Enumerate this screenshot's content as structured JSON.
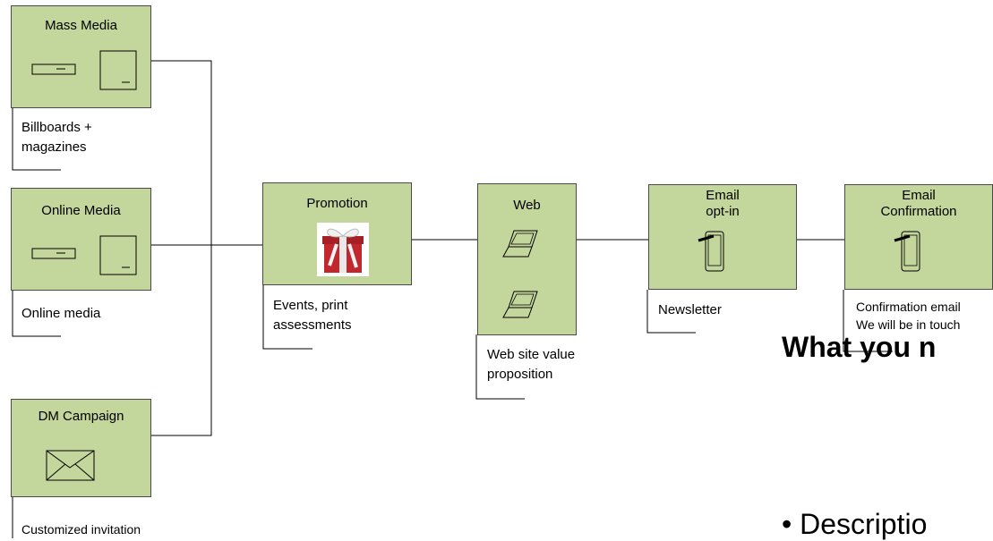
{
  "nodes": [
    {
      "id": "mass-media",
      "title": "Mass Media",
      "note": [
        "Billboards +",
        "magazines"
      ]
    },
    {
      "id": "online-media",
      "title": "Online Media",
      "note": [
        "Online media"
      ]
    },
    {
      "id": "dm-campaign",
      "title": "DM Campaign",
      "note": [
        "Customized invitation"
      ]
    },
    {
      "id": "promotion",
      "title": "Promotion",
      "note": [
        "Events, print",
        "assessments"
      ]
    },
    {
      "id": "web",
      "title": "Web",
      "note": [
        "Web site value",
        "proposition"
      ]
    },
    {
      "id": "email-optin",
      "title": [
        "Email",
        "opt-in"
      ],
      "note": [
        "Newsletter"
      ]
    },
    {
      "id": "email-confirmation",
      "title": [
        "Email",
        "Confirmation"
      ],
      "note": [
        "Confirmation email",
        "We will be in touch"
      ]
    }
  ],
  "section": {
    "heading": "What you n",
    "bullet": "• Descriptio"
  },
  "colors": {
    "node_fill": "#c3d69b",
    "line": "#000000",
    "gift_red": "#c1272d"
  },
  "icons": {
    "mass-media": [
      "flat-device-icon",
      "monitor-icon"
    ],
    "online-media": [
      "flat-device-icon",
      "monitor-icon"
    ],
    "dm-campaign": [
      "envelope-icon"
    ],
    "promotion": [
      "gift-icon"
    ],
    "web": [
      "laptop-icon",
      "laptop-icon"
    ],
    "email-optin": [
      "tablet-pen-icon"
    ],
    "email-confirmation": [
      "tablet-pen-icon"
    ]
  }
}
